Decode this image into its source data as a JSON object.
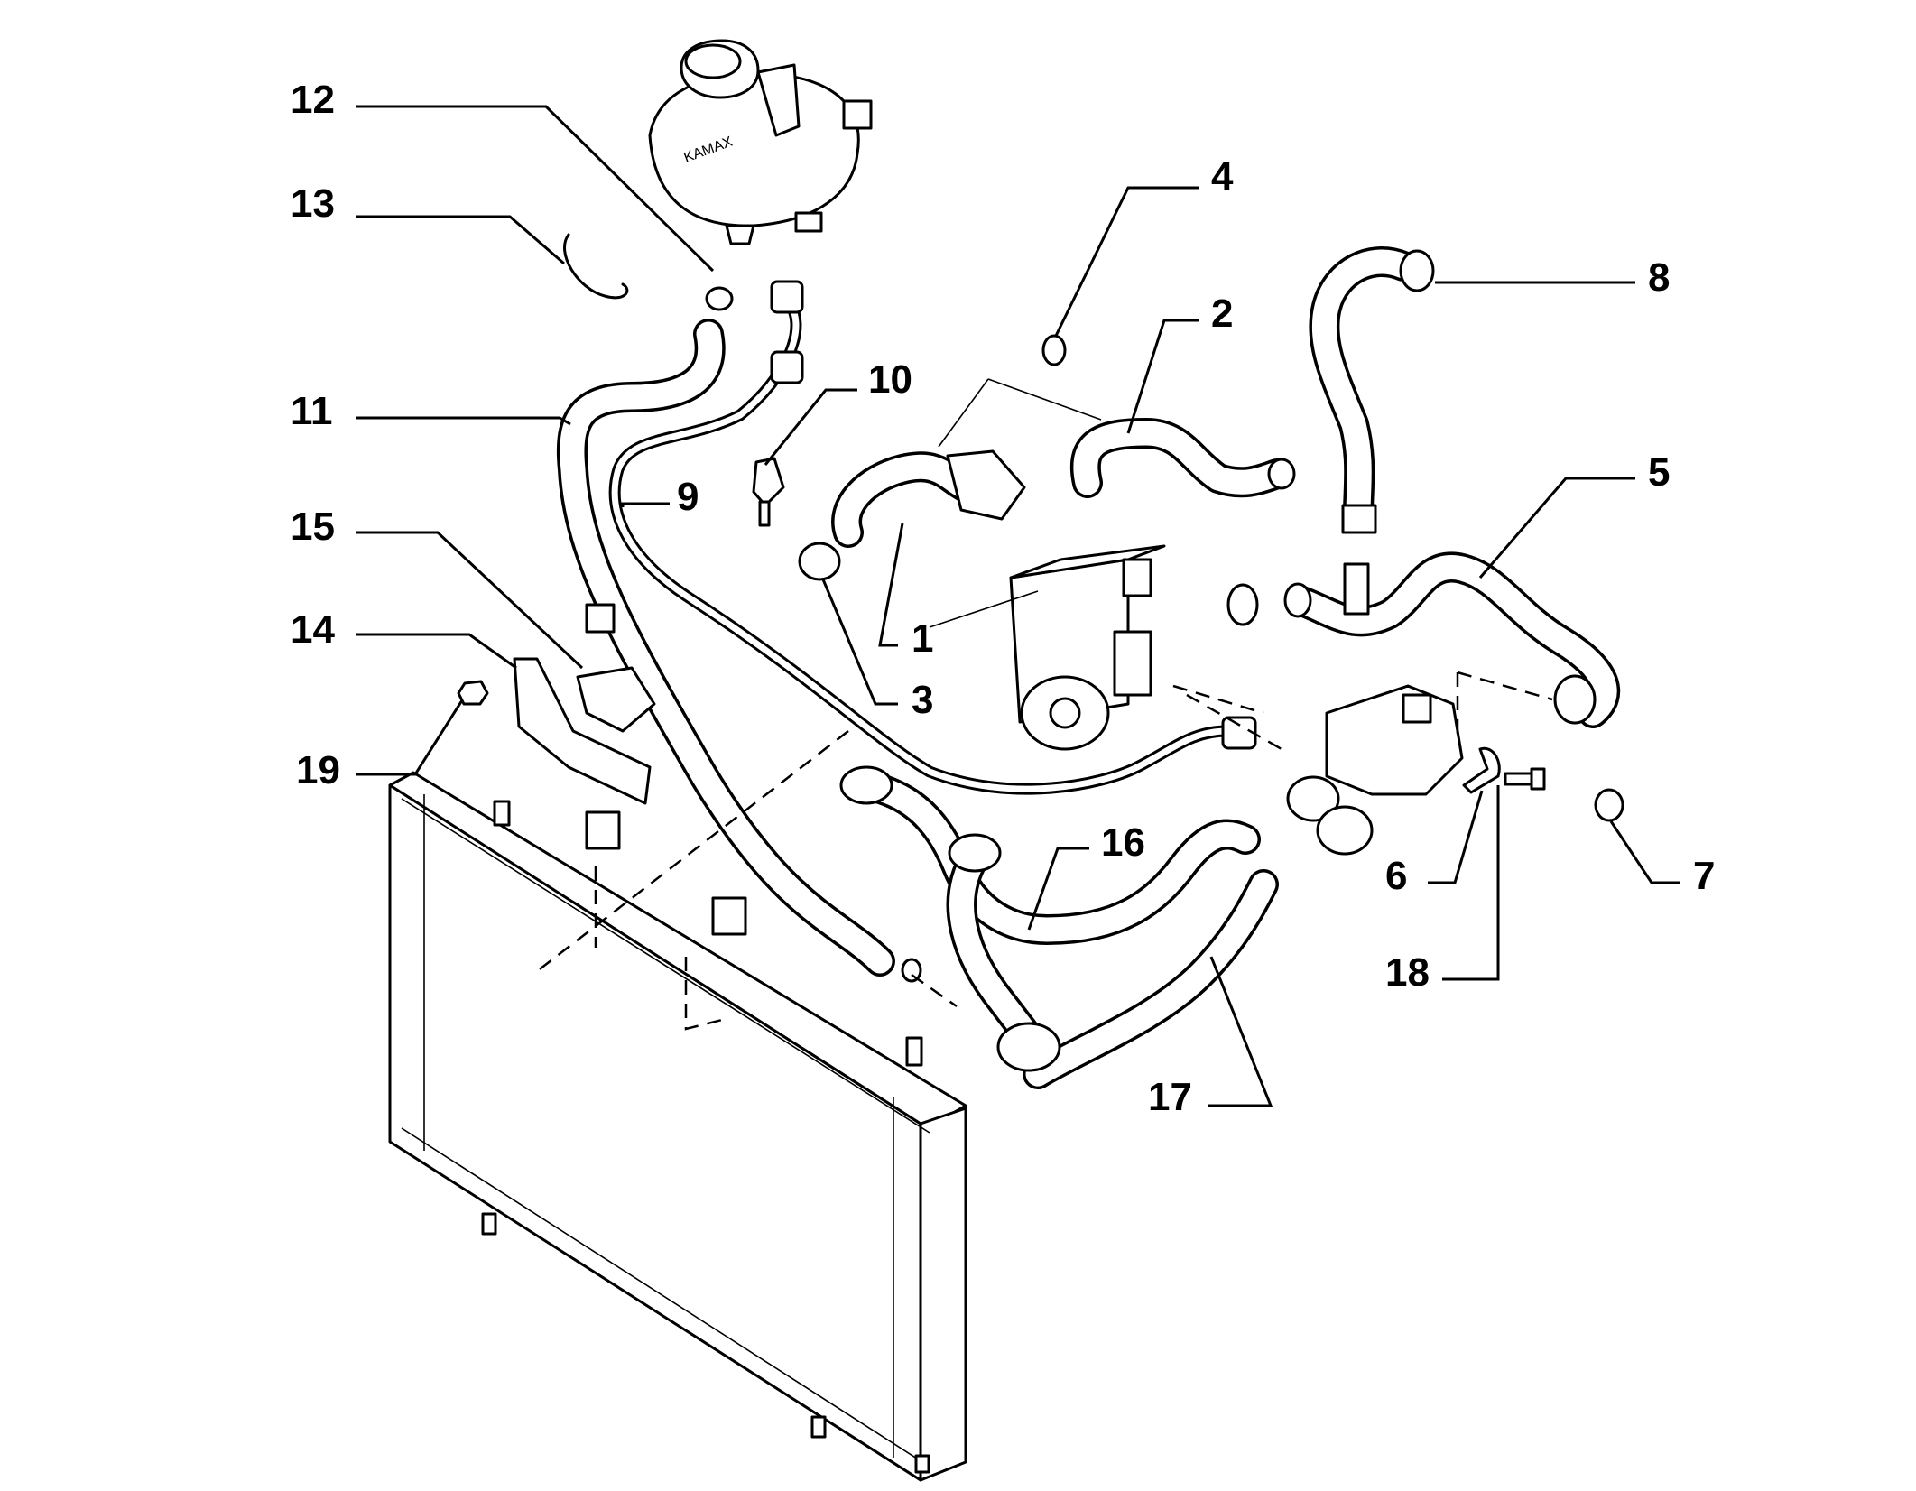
{
  "diagram": {
    "callouts": {
      "c1": "1",
      "c2": "2",
      "c3": "3",
      "c4": "4",
      "c5": "5",
      "c6": "6",
      "c7": "7",
      "c8": "8",
      "c9": "9",
      "c10": "10",
      "c11": "11",
      "c12": "12",
      "c13": "13",
      "c14": "14",
      "c15": "15",
      "c16": "16",
      "c17": "17",
      "c18": "18",
      "c19": "19"
    },
    "tank_label": "KAMAX"
  }
}
